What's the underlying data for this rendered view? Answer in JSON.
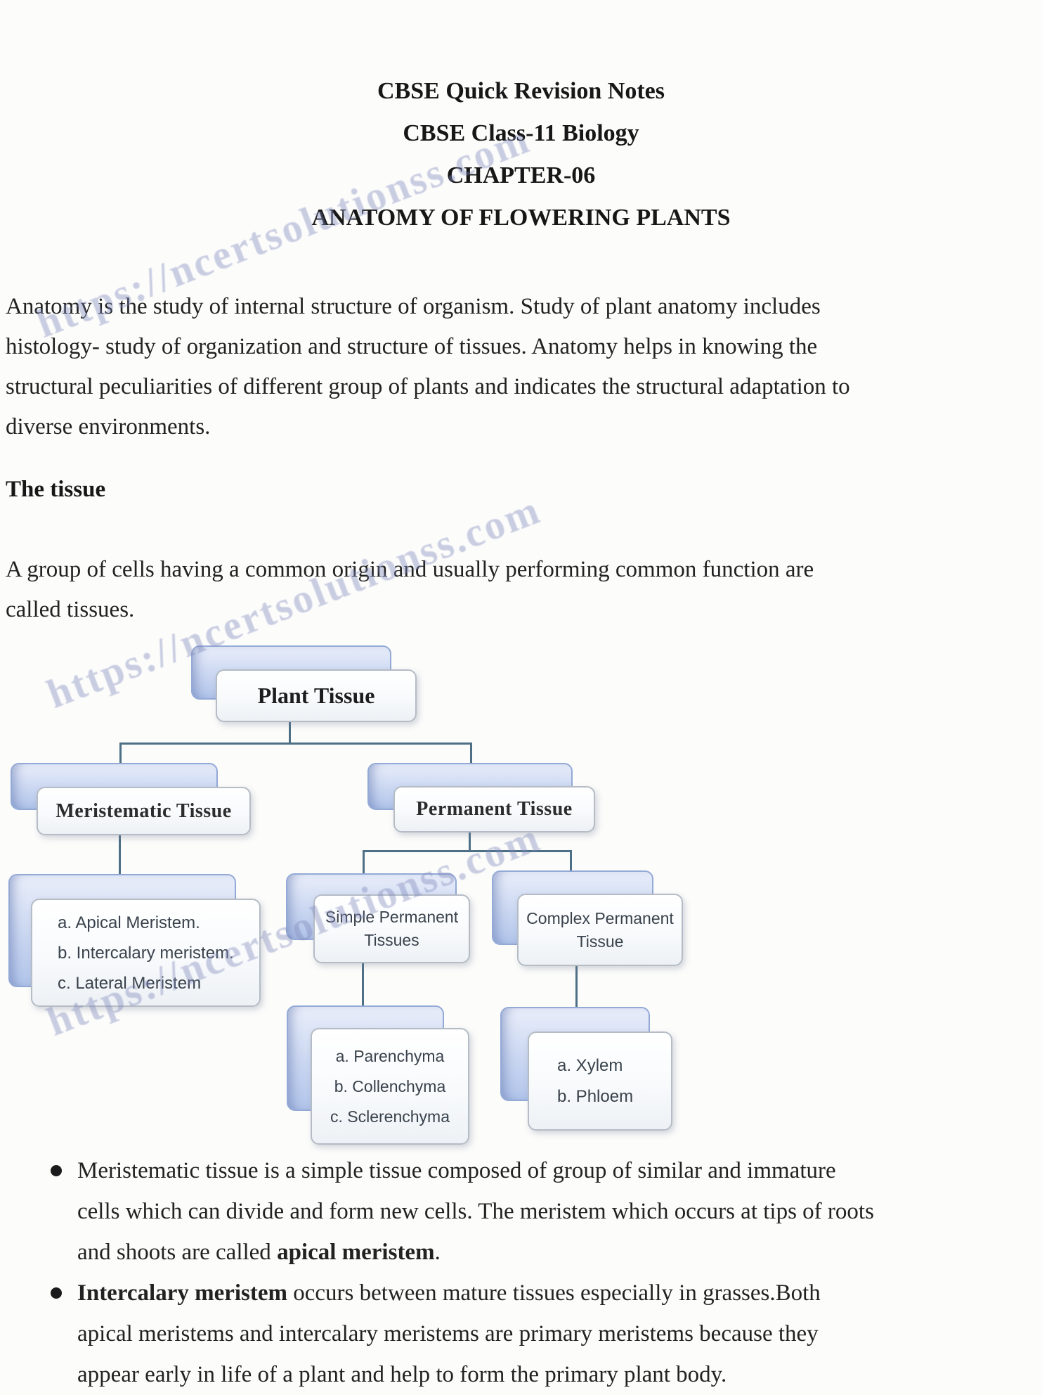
{
  "watermark": {
    "text": "https://ncertsolutionss.com",
    "color": "#7f88bb"
  },
  "header": {
    "line1": "CBSE Quick Revision Notes",
    "line2": "CBSE Class-11 Biology",
    "line3": "CHAPTER-06",
    "line4": "ANATOMY OF FLOWERING PLANTS"
  },
  "intro": {
    "line1": "Anatomy is the study of internal structure of organism. Study of plant anatomy includes",
    "line2": "histology- study of organization and structure of tissues. Anatomy helps in knowing the",
    "line3": "structural peculiarities of different group of plants and indicates the structural adaptation to",
    "line4": "diverse environments."
  },
  "tissue_section": {
    "heading": "The tissue",
    "line1": "A group of cells having a common origin and usually performing common function are",
    "line2": "called tissues."
  },
  "flowchart": {
    "root": "Plant Tissue",
    "meristematic": "Meristematic Tissue",
    "permanent": "Permanent Tissue",
    "meristem_types": [
      "a. Apical Meristem.",
      "b. Intercalary meristem.",
      "c. Lateral Meristem"
    ],
    "simple_title": [
      "Simple Permanent",
      "Tissues"
    ],
    "complex_title": [
      "Complex Permanent",
      "Tissue"
    ],
    "simple_types": [
      "a. Parenchyma",
      "b. Collenchyma",
      "c. Sclerenchyma"
    ],
    "complex_types": [
      "a. Xylem",
      "b. Phloem"
    ]
  },
  "bullets": {
    "b1l1": "Meristematic tissue is a simple tissue composed of group of similar and immature",
    "b1l2": "cells which can divide and form new cells. The meristem which occurs at tips of roots",
    "b1l3a": "and shoots are called ",
    "b1l3b": "apical meristem",
    "b1l3c": ".",
    "b2l1a": "Intercalary meristem",
    "b2l1b": " occurs between mature tissues especially in grasses.Both",
    "b2l2": "apical meristems and intercalary meristems are primary meristems because they",
    "b2l3": "appear early in life of a plant and help to form the primary plant body."
  }
}
